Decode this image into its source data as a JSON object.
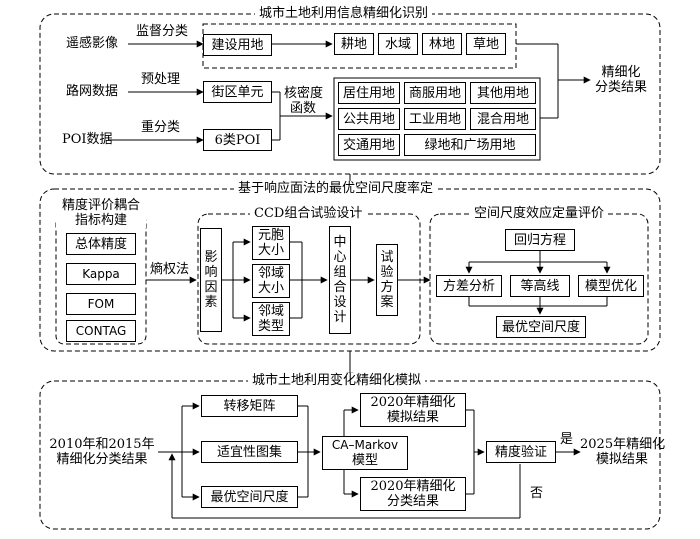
{
  "section1": {
    "title": "城市土地利用信息精细化识别",
    "inputs": [
      "遥感影像",
      "路网数据",
      "POI数据"
    ],
    "edge_labels": [
      "监督分类",
      "预处理",
      "重分类",
      "核密度",
      "函数"
    ],
    "mid_boxes": [
      "建设用地",
      "街区单元",
      "6类POI"
    ],
    "land_types": [
      "耕地",
      "水域",
      "林地",
      "草地"
    ],
    "urban_types": [
      "居住用地",
      "商服用地",
      "其他用地",
      "公共用地",
      "工业用地",
      "混合用地",
      "交通用地",
      "绿地和广场用地"
    ],
    "result": [
      "精细化",
      "分类结果"
    ]
  },
  "section2": {
    "title": "基于响应面法的最优空间尺度率定",
    "left_title": [
      "精度评价耦合",
      "指标构建"
    ],
    "indices": [
      "总体精度",
      "Kappa",
      "FOM",
      "CONTAG"
    ],
    "method": "熵权法",
    "ccd_title": "CCD组合试验设计",
    "factor_box": [
      "影",
      "响",
      "因",
      "素"
    ],
    "factors": [
      [
        "元胞",
        "大小"
      ],
      [
        "邻域",
        "大小"
      ],
      [
        "邻域",
        "类型"
      ]
    ],
    "center_box": [
      "中",
      "心",
      "组",
      "合",
      "设",
      "计"
    ],
    "scheme_box": [
      "试",
      "验",
      "方",
      "案"
    ],
    "right_title": "空间尺度效应定量评价",
    "regression": "回归方程",
    "analyses": [
      "方差分析",
      "等高线",
      "模型优化"
    ],
    "optimal": "最优空间尺度"
  },
  "section3": {
    "title": "城市土地利用变化精细化模拟",
    "input": [
      "2010年和2015年",
      "精细化分类结果"
    ],
    "boxes": [
      "转移矩阵",
      "适宜性图集",
      "最优空间尺度"
    ],
    "model": [
      "CA–Markov",
      "模型"
    ],
    "results": [
      [
        "2020年精细化",
        "模拟结果"
      ],
      [
        "2020年精细化",
        "分类结果"
      ]
    ],
    "validation": "精度验证",
    "yes": "是",
    "no": "否",
    "output": [
      "2025年精细化",
      "模拟结果"
    ]
  }
}
